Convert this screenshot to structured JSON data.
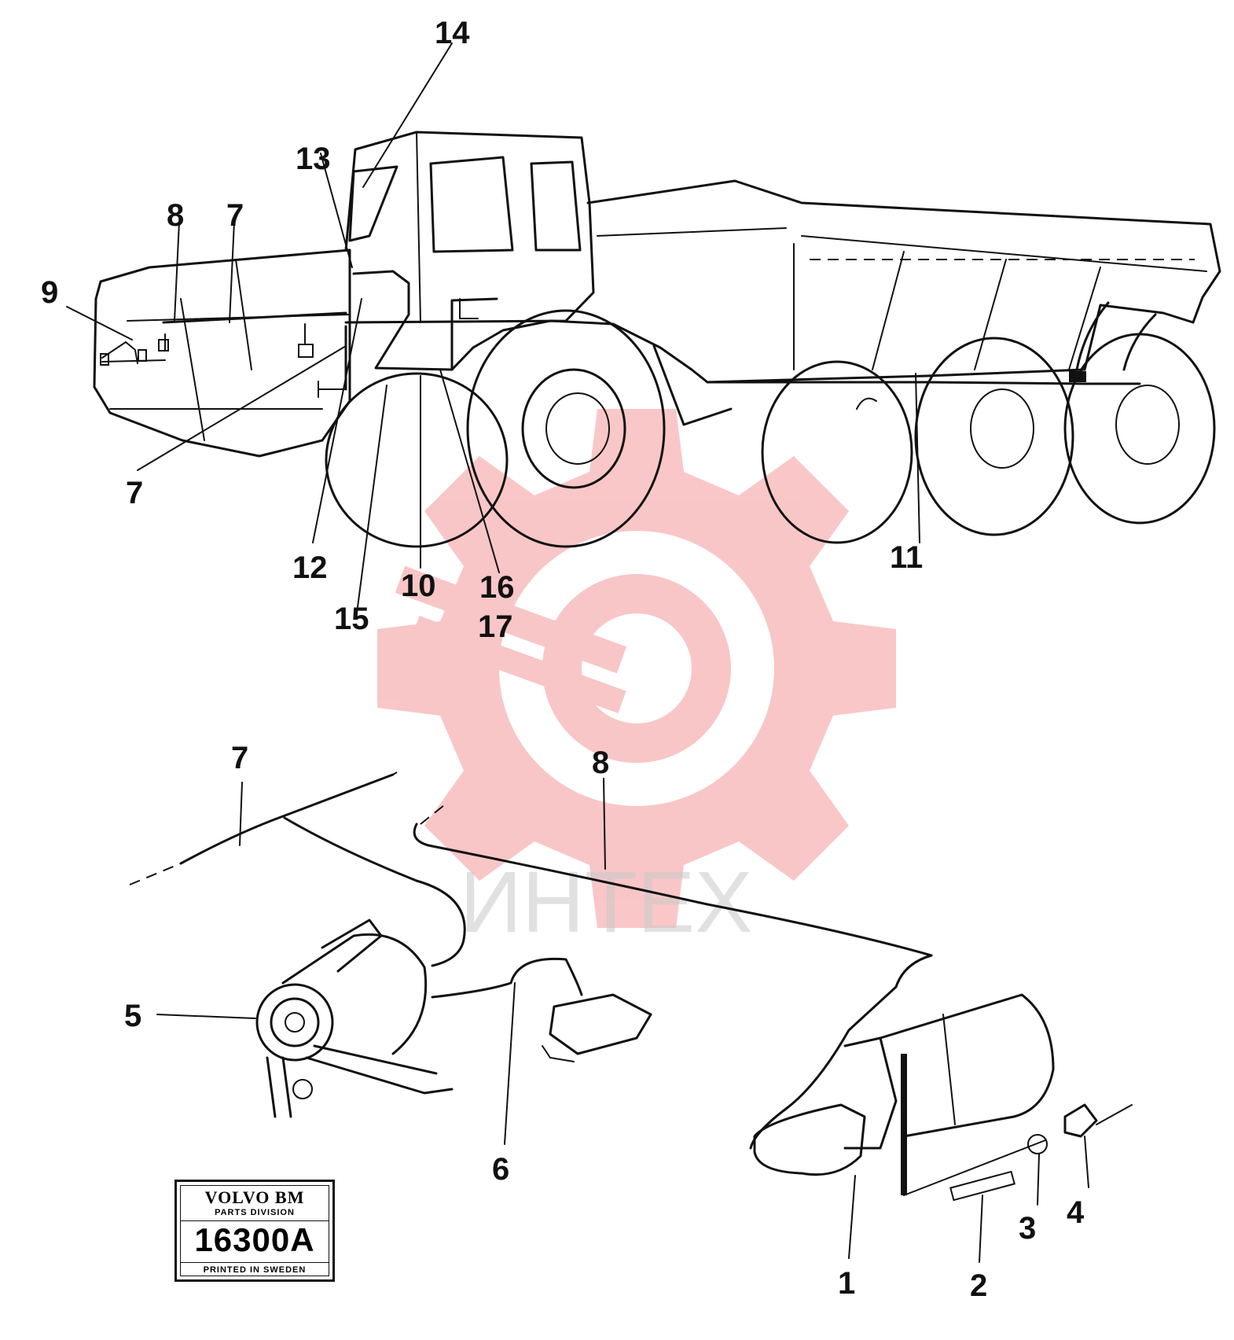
{
  "callouts": {
    "c1": "1",
    "c2": "2",
    "c3": "3",
    "c4": "4",
    "c5": "5",
    "c6": "6",
    "c7a": "7",
    "c7b": "7",
    "c7c": "7",
    "c8a": "8",
    "c8b": "8",
    "c9": "9",
    "c10": "10",
    "c11": "11",
    "c12": "12",
    "c13": "13",
    "c14": "14",
    "c15": "15",
    "c16": "16",
    "c17": "17"
  },
  "stamp": {
    "brand": "VOLVO BM",
    "division": "PARTS DIVISION",
    "number": "16300A",
    "printed": "PRINTED IN SWEDEN"
  },
  "watermark": {
    "text": "ИНТЕХ",
    "color": "#e8353a"
  },
  "colors": {
    "ink": "#111111",
    "paper": "#ffffff"
  }
}
